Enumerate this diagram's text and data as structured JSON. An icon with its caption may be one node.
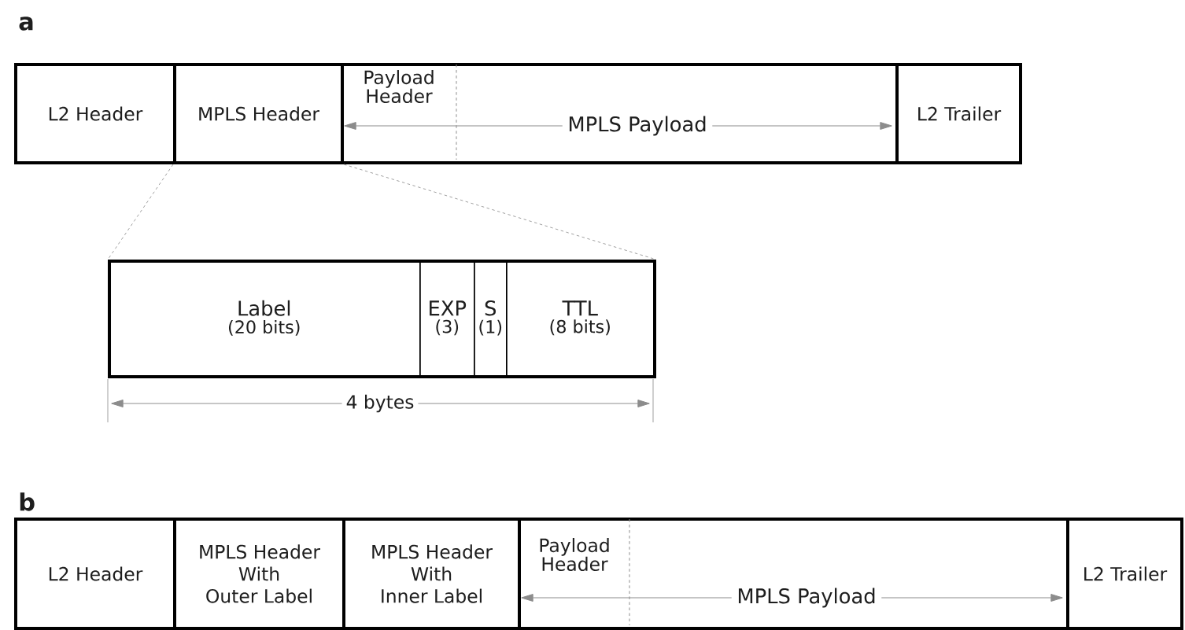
{
  "diagram": {
    "nodes": [
      {
        "text": [
          "L2 Header"
        ]
      },
      {
        "text": [
          "MPLS Header"
        ]
      },
      {
        "text": [
          "Payload Header",
          "MPLS Payload"
        ]
      },
      {
        "text": [
          "L2 Trailer"
        ]
      },
      {
        "text": [],
        "shape": "box"
      },
      {
        "text": [
          "Label",
          "(20 bits)"
        ],
        "in": 4
      },
      {
        "text": [
          "EXP",
          "(3)"
        ],
        "in": 4
      },
      {
        "text": [
          "S",
          "(1)"
        ],
        "in": 4
      },
      {
        "text": [
          "TTL",
          "(8 bits)"
        ],
        "in": 4
      },
      {
        "text": [
          "L2 Header"
        ]
      },
      {
        "text": [
          "MPLS Header With Outer Label"
        ]
      },
      {
        "text": [
          "MPLS Header With Inner Label"
        ]
      },
      {
        "text": [
          "Payload Header",
          "MPLS Payload"
        ]
      },
      {
        "text": [
          "L2 Trailer"
        ]
      }
    ],
    "edges": [
      {
        "from": 1,
        "to": 4,
        "arrow": "none",
        "style": "dashed",
        "color": "#a0a0a0"
      },
      {
        "from": 1,
        "to": 4,
        "arrow": "none",
        "style": "dashed",
        "color": "#a0a0a0"
      }
    ],
    "labels": [
      "a",
      "4 bytes",
      "b"
    ]
  }
}
